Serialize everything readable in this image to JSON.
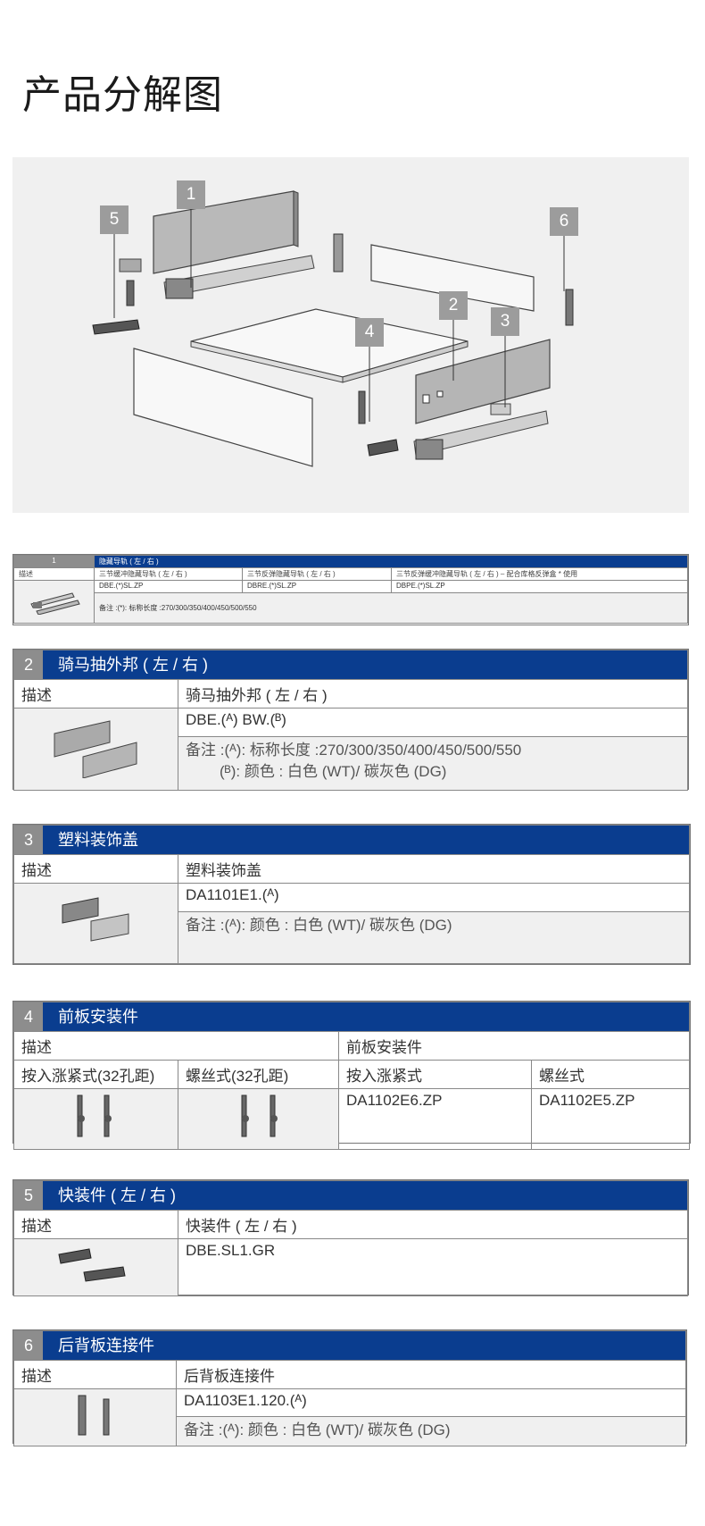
{
  "page_title": "产品分解图",
  "callouts": [
    "1",
    "2",
    "3",
    "4",
    "5",
    "6"
  ],
  "sections": {
    "s1": {
      "num": "1",
      "title": "隐藏导轨 ( 左 / 右 )",
      "desc_label": "描述",
      "col_heads": [
        "三节缓冲隐藏导轨 ( 左 / 右 )",
        "三节反弹隐藏导轨 ( 左 / 右 )",
        "三节反弹缓冲隐藏导轨 ( 左 / 右 ) – 配合库格反弹盒 * 使用"
      ],
      "codes": [
        "DBE.(*)SL.ZP",
        "DBRE.(*)SL.ZP",
        "DBPE.(*)SL.ZP"
      ],
      "note": "备注 :(*): 标称长度 :270/300/350/400/450/500/550"
    },
    "s2": {
      "num": "2",
      "title": "骑马抽外邦 ( 左 / 右 )",
      "desc_label": "描述",
      "desc": "骑马抽外邦 ( 左 / 右 )",
      "code": "DBE.(ᴬ) BW.(ᴮ)",
      "note1": "备注 :(ᴬ): 标称长度 :270/300/350/400/450/500/550",
      "note2": "(ᴮ): 颜色 : 白色 (WT)/ 碳灰色 (DG)"
    },
    "s3": {
      "num": "3",
      "title": "塑料装饰盖",
      "desc_label": "描述",
      "desc": "塑料装饰盖",
      "code": "DA1101E1.(ᴬ)",
      "note": "备注 :(ᴬ): 颜色 : 白色 (WT)/ 碳灰色 (DG)"
    },
    "s4": {
      "num": "4",
      "title": "前板安装件",
      "desc_label": "描述",
      "desc": "前板安装件",
      "type1": "按入涨紧式(32孔距)",
      "type2": "螺丝式(32孔距)",
      "sub1": "按入涨紧式",
      "sub2": "螺丝式",
      "code1": "DA1102E6.ZP",
      "code2": "DA1102E5.ZP"
    },
    "s5": {
      "num": "5",
      "title": "快装件 ( 左 / 右 )",
      "desc_label": "描述",
      "desc": "快装件 ( 左 / 右 )",
      "code": "DBE.SL1.GR"
    },
    "s6": {
      "num": "6",
      "title": "后背板连接件",
      "desc_label": "描述",
      "desc": "后背板连接件",
      "code": "DA1103E1.120.(ᴬ)",
      "note": "备注 :(ᴬ): 颜色 : 白色 (WT)/ 碳灰色 (DG)"
    }
  }
}
